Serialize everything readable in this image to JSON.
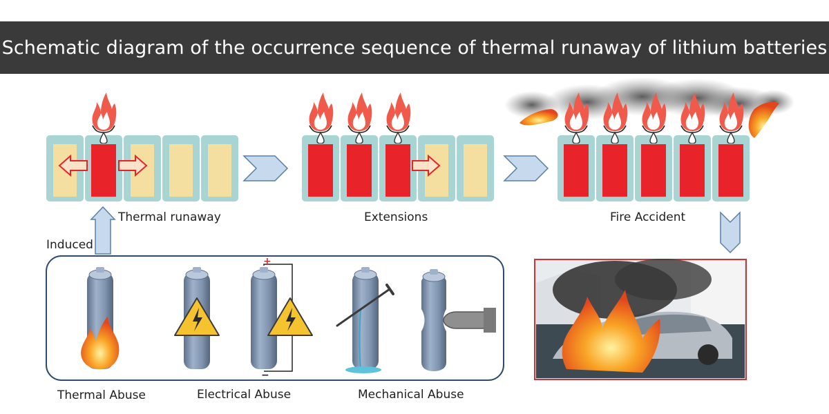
{
  "title": "Schematic diagram of the occurrence sequence of thermal runaway of lithium batteries",
  "stages": [
    {
      "label": "Thermal runaway"
    },
    {
      "label": "Extensions"
    },
    {
      "label": "Fire Accident"
    }
  ],
  "induced_label": "Induced",
  "abuse_types": [
    {
      "label": "Thermal Abuse"
    },
    {
      "label": "Electrical Abuse"
    },
    {
      "label": "Mechanical Abuse"
    }
  ],
  "polarity": {
    "positive": "+",
    "negative": "−"
  },
  "colors": {
    "title_bg": "#3a3a3a",
    "cell_frame": "#a8d5d3",
    "cell_normal": "#f5dfa0",
    "cell_hot": "#e8242a",
    "arrow_fill": "#c7d9ec",
    "arrow_stroke": "#5a7fa6",
    "flame_outer": "#ef5a4a",
    "flame_inner": "#ffffff",
    "battery_body": "#7f93ae",
    "warning_yellow": "#f6c330",
    "photo_border": "#c0393b"
  },
  "icons": [
    "flame-icon",
    "droplet-icon",
    "heat-arrow-icon",
    "chevron-right-icon",
    "chevron-down-icon",
    "chevron-up-icon",
    "battery-icon",
    "lightning-warning-icon",
    "nail-icon",
    "press-tool-icon",
    "fire-icon"
  ]
}
